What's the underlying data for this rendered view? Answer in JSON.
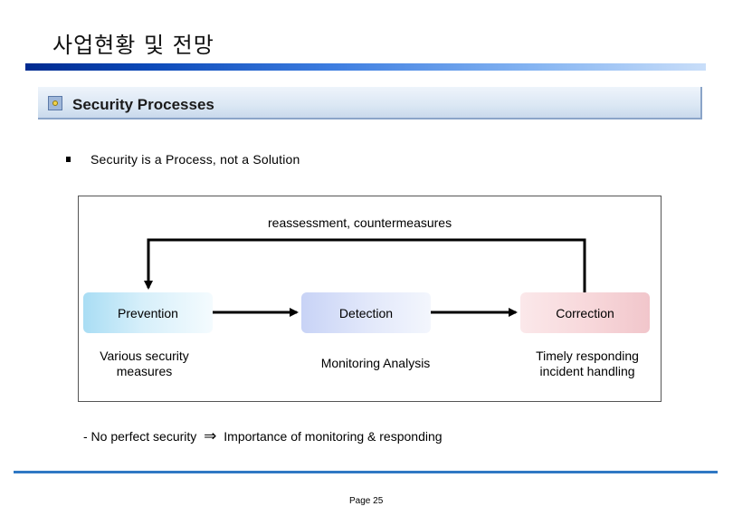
{
  "slide": {
    "title": "사업현황 및 전망",
    "section_title": "Security Processes",
    "bullet": "Security is a Process, not a Solution"
  },
  "diagram": {
    "loop_label": "reassessment, countermeasures",
    "stages": [
      {
        "label": "Prevention",
        "description": "Various security measures"
      },
      {
        "label": "Detection",
        "description": "Monitoring Analysis"
      },
      {
        "label": "Correction",
        "description": "Timely responding incident handling"
      }
    ]
  },
  "footer": {
    "note_prefix": "- No perfect security",
    "note_arrow": "⇒",
    "note_suffix": "Importance of monitoring & responding",
    "page": "Page 25"
  },
  "colors": {
    "title_bar": "#0c49b8",
    "bottom_line": "#2f78c4",
    "prevention_fill": "#a9ddf4",
    "detection_fill": "#c8d3f6",
    "correction_fill": "#f1c6cb"
  }
}
